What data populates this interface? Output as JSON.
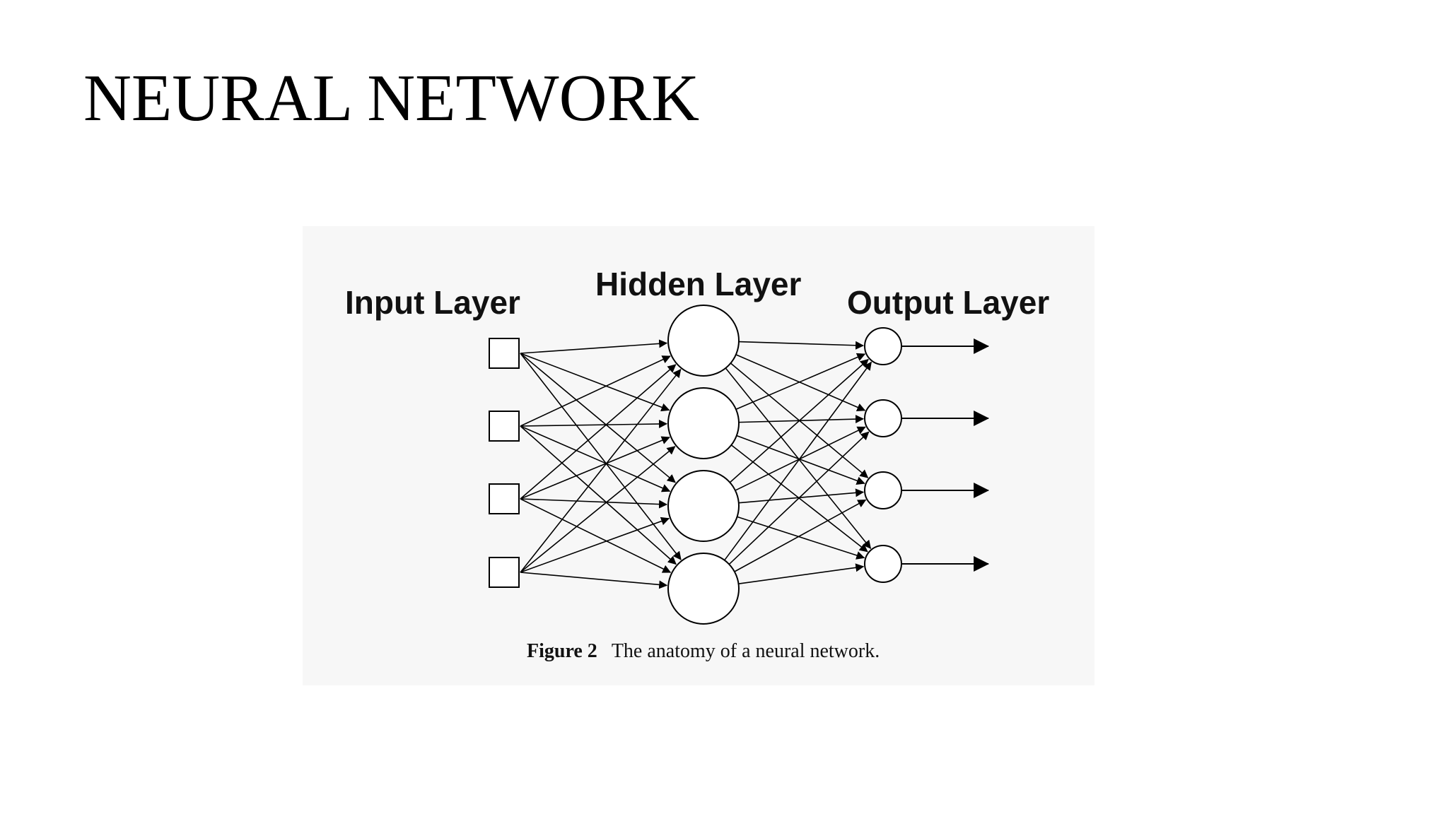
{
  "slide": {
    "title": "NEURAL NETWORK"
  },
  "figure": {
    "labels": {
      "input": "Input Layer",
      "hidden": "Hidden Layer",
      "output": "Output Layer"
    },
    "caption": {
      "number": "Figure 2",
      "text": "The anatomy of a neural network."
    },
    "network": {
      "input_nodes": 4,
      "hidden_nodes": 4,
      "output_nodes": 4,
      "input_shape": "square",
      "hidden_shape": "circle",
      "output_shape": "circle",
      "connectivity": "fully-connected",
      "output_arrows": 4
    },
    "colors": {
      "stroke": "#000000",
      "panel": "#f7f7f7",
      "background": "#ffffff"
    }
  }
}
